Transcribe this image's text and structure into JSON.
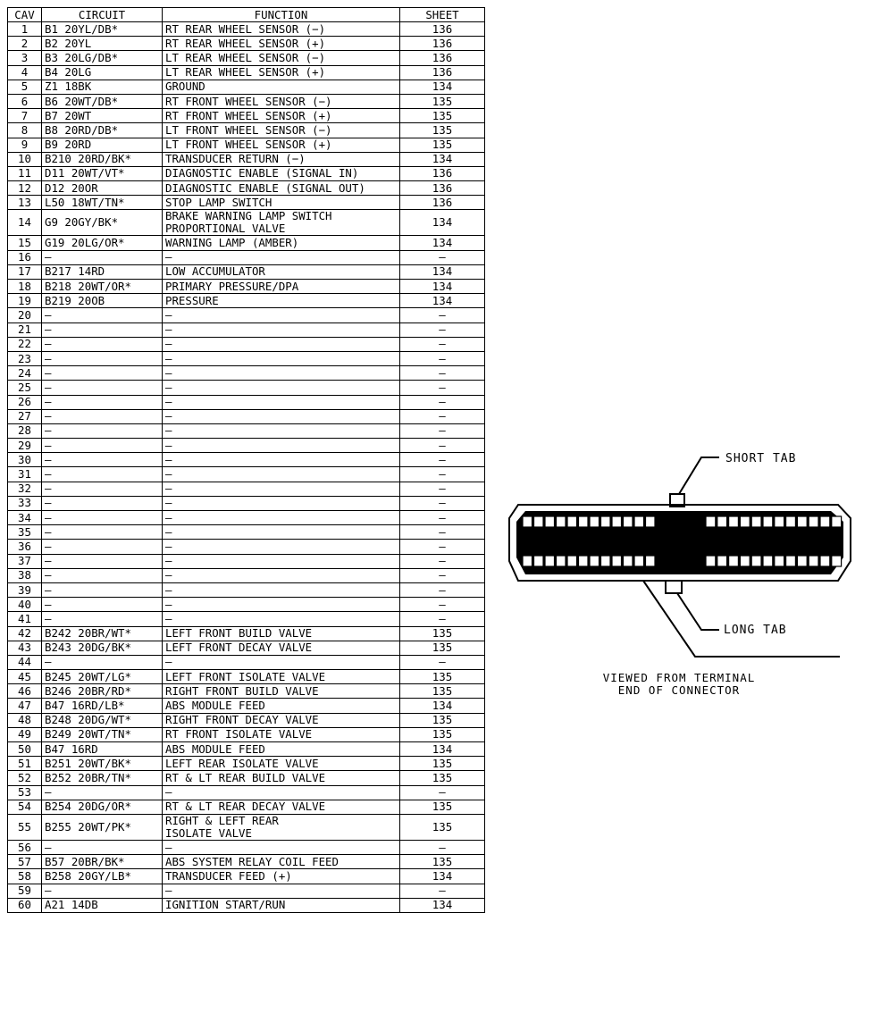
{
  "table": {
    "headers": {
      "cav": "CAV",
      "circuit": "CIRCUIT",
      "function": "FUNCTION",
      "sheet": "SHEET"
    },
    "rows": [
      {
        "cav": "1",
        "circuit": "B1 20YL/DB*",
        "function": [
          "RT REAR WHEEL SENSOR (−)"
        ],
        "sheet": "136"
      },
      {
        "cav": "2",
        "circuit": "B2 20YL",
        "function": [
          "RT REAR WHEEL SENSOR (+)"
        ],
        "sheet": "136"
      },
      {
        "cav": "3",
        "circuit": "B3 20LG/DB*",
        "function": [
          "LT REAR WHEEL SENSOR (−)"
        ],
        "sheet": "136"
      },
      {
        "cav": "4",
        "circuit": "B4 20LG",
        "function": [
          "LT REAR WHEEL SENSOR (+)"
        ],
        "sheet": "136"
      },
      {
        "cav": "5",
        "circuit": "Z1 18BK",
        "function": [
          "GROUND"
        ],
        "sheet": "134"
      },
      {
        "cav": "6",
        "circuit": "B6 20WT/DB*",
        "function": [
          "RT FRONT WHEEL SENSOR (−)"
        ],
        "sheet": "135"
      },
      {
        "cav": "7",
        "circuit": "B7 20WT",
        "function": [
          "RT FRONT WHEEL SENSOR (+)"
        ],
        "sheet": "135"
      },
      {
        "cav": "8",
        "circuit": "B8 20RD/DB*",
        "function": [
          "LT FRONT WHEEL SENSOR (−)"
        ],
        "sheet": "135"
      },
      {
        "cav": "9",
        "circuit": "B9 20RD",
        "function": [
          "LT FRONT WHEEL SENSOR (+)"
        ],
        "sheet": "135"
      },
      {
        "cav": "10",
        "circuit": "B210 20RD/BK*",
        "function": [
          "TRANSDUCER RETURN (−)"
        ],
        "sheet": "134"
      },
      {
        "cav": "11",
        "circuit": "D11 20WT/VT*",
        "function": [
          "DIAGNOSTIC ENABLE (SIGNAL IN)"
        ],
        "sheet": "136"
      },
      {
        "cav": "12",
        "circuit": "D12 20OR",
        "function": [
          "DIAGNOSTIC ENABLE (SIGNAL OUT)"
        ],
        "sheet": "136"
      },
      {
        "cav": "13",
        "circuit": "L50 18WT/TN*",
        "function": [
          "STOP LAMP SWITCH"
        ],
        "sheet": "136"
      },
      {
        "cav": "14",
        "circuit": "G9 20GY/BK*",
        "function": [
          "BRAKE WARNING LAMP SWITCH",
          "PROPORTIONAL VALVE"
        ],
        "sheet": "134"
      },
      {
        "cav": "15",
        "circuit": "G19 20LG/OR*",
        "function": [
          "WARNING LAMP (AMBER)"
        ],
        "sheet": "134"
      },
      {
        "cav": "16",
        "circuit": "—",
        "function": [
          "—"
        ],
        "sheet": "—"
      },
      {
        "cav": "17",
        "circuit": "B217 14RD",
        "function": [
          "LOW ACCUMULATOR"
        ],
        "sheet": "134"
      },
      {
        "cav": "18",
        "circuit": "B218 20WT/OR*",
        "function": [
          "PRIMARY PRESSURE/DPA"
        ],
        "sheet": "134"
      },
      {
        "cav": "19",
        "circuit": "B219 20OB",
        "function": [
          "PRESSURE"
        ],
        "sheet": "134"
      },
      {
        "cav": "20",
        "circuit": "—",
        "function": [
          "—"
        ],
        "sheet": "—"
      },
      {
        "cav": "21",
        "circuit": "—",
        "function": [
          "—"
        ],
        "sheet": "—"
      },
      {
        "cav": "22",
        "circuit": "—",
        "function": [
          "—"
        ],
        "sheet": "—"
      },
      {
        "cav": "23",
        "circuit": "—",
        "function": [
          "—"
        ],
        "sheet": "—"
      },
      {
        "cav": "24",
        "circuit": "—",
        "function": [
          "—"
        ],
        "sheet": "—"
      },
      {
        "cav": "25",
        "circuit": "—",
        "function": [
          "—"
        ],
        "sheet": "—"
      },
      {
        "cav": "26",
        "circuit": "—",
        "function": [
          "—"
        ],
        "sheet": "—"
      },
      {
        "cav": "27",
        "circuit": "—",
        "function": [
          "—"
        ],
        "sheet": "—"
      },
      {
        "cav": "28",
        "circuit": "—",
        "function": [
          "—"
        ],
        "sheet": "—"
      },
      {
        "cav": "29",
        "circuit": "—",
        "function": [
          "—"
        ],
        "sheet": "—"
      },
      {
        "cav": "30",
        "circuit": "—",
        "function": [
          "—"
        ],
        "sheet": "—"
      },
      {
        "cav": "31",
        "circuit": "—",
        "function": [
          "—"
        ],
        "sheet": "—"
      },
      {
        "cav": "32",
        "circuit": "—",
        "function": [
          "—"
        ],
        "sheet": "—"
      },
      {
        "cav": "33",
        "circuit": "—",
        "function": [
          "—"
        ],
        "sheet": "—"
      },
      {
        "cav": "34",
        "circuit": "—",
        "function": [
          "—"
        ],
        "sheet": "—"
      },
      {
        "cav": "35",
        "circuit": "—",
        "function": [
          "—"
        ],
        "sheet": "—"
      },
      {
        "cav": "36",
        "circuit": "—",
        "function": [
          "—"
        ],
        "sheet": "—"
      },
      {
        "cav": "37",
        "circuit": "—",
        "function": [
          "—"
        ],
        "sheet": "—"
      },
      {
        "cav": "38",
        "circuit": "—",
        "function": [
          "—"
        ],
        "sheet": "—"
      },
      {
        "cav": "39",
        "circuit": "—",
        "function": [
          "—"
        ],
        "sheet": "—"
      },
      {
        "cav": "40",
        "circuit": "—",
        "function": [
          "—"
        ],
        "sheet": "—"
      },
      {
        "cav": "41",
        "circuit": "—",
        "function": [
          "—"
        ],
        "sheet": "—"
      },
      {
        "cav": "42",
        "circuit": "B242 20BR/WT*",
        "function": [
          "LEFT FRONT BUILD VALVE"
        ],
        "sheet": "135"
      },
      {
        "cav": "43",
        "circuit": "B243 20DG/BK*",
        "function": [
          "LEFT FRONT DECAY VALVE"
        ],
        "sheet": "135"
      },
      {
        "cav": "44",
        "circuit": "—",
        "function": [
          "—"
        ],
        "sheet": "—"
      },
      {
        "cav": "45",
        "circuit": "B245 20WT/LG*",
        "function": [
          "LEFT FRONT ISOLATE VALVE"
        ],
        "sheet": "135"
      },
      {
        "cav": "46",
        "circuit": "B246 20BR/RD*",
        "function": [
          "RIGHT FRONT BUILD VALVE"
        ],
        "sheet": "135"
      },
      {
        "cav": "47",
        "circuit": "B47 16RD/LB*",
        "function": [
          "ABS MODULE FEED"
        ],
        "sheet": "134"
      },
      {
        "cav": "48",
        "circuit": "B248 20DG/WT*",
        "function": [
          "RIGHT FRONT DECAY VALVE"
        ],
        "sheet": "135"
      },
      {
        "cav": "49",
        "circuit": "B249 20WT/TN*",
        "function": [
          "RT FRONT ISOLATE VALVE"
        ],
        "sheet": "135"
      },
      {
        "cav": "50",
        "circuit": "B47 16RD",
        "function": [
          "ABS MODULE FEED"
        ],
        "sheet": "134"
      },
      {
        "cav": "51",
        "circuit": "B251 20WT/BK*",
        "function": [
          "LEFT REAR ISOLATE VALVE"
        ],
        "sheet": "135"
      },
      {
        "cav": "52",
        "circuit": "B252 20BR/TN*",
        "function": [
          "RT & LT REAR BUILD VALVE"
        ],
        "sheet": "135"
      },
      {
        "cav": "53",
        "circuit": "—",
        "function": [
          "—"
        ],
        "sheet": "—"
      },
      {
        "cav": "54",
        "circuit": "B254 20DG/OR*",
        "function": [
          "RT & LT REAR DECAY VALVE"
        ],
        "sheet": "135"
      },
      {
        "cav": "55",
        "circuit": "B255 20WT/PK*",
        "function": [
          "RIGHT & LEFT REAR",
          "ISOLATE VALVE"
        ],
        "sheet": "135"
      },
      {
        "cav": "56",
        "circuit": "—",
        "function": [
          "—"
        ],
        "sheet": "—"
      },
      {
        "cav": "57",
        "circuit": "B57 20BR/BK*",
        "function": [
          "ABS SYSTEM RELAY COIL FEED"
        ],
        "sheet": "135"
      },
      {
        "cav": "58",
        "circuit": "B258 20GY/LB*",
        "function": [
          "TRANSDUCER FEED (+)"
        ],
        "sheet": "134"
      },
      {
        "cav": "59",
        "circuit": "—",
        "function": [
          "—"
        ],
        "sheet": "—"
      },
      {
        "cav": "60",
        "circuit": "A21 14DB",
        "function": [
          "IGNITION START/RUN"
        ],
        "sheet": "134"
      }
    ]
  },
  "connector": {
    "short_tab_label": "SHORT TAB",
    "long_tab_label": "LONG TAB",
    "view_caption": [
      "VIEWED FROM TERMINAL",
      "END OF CONNECTOR"
    ]
  }
}
